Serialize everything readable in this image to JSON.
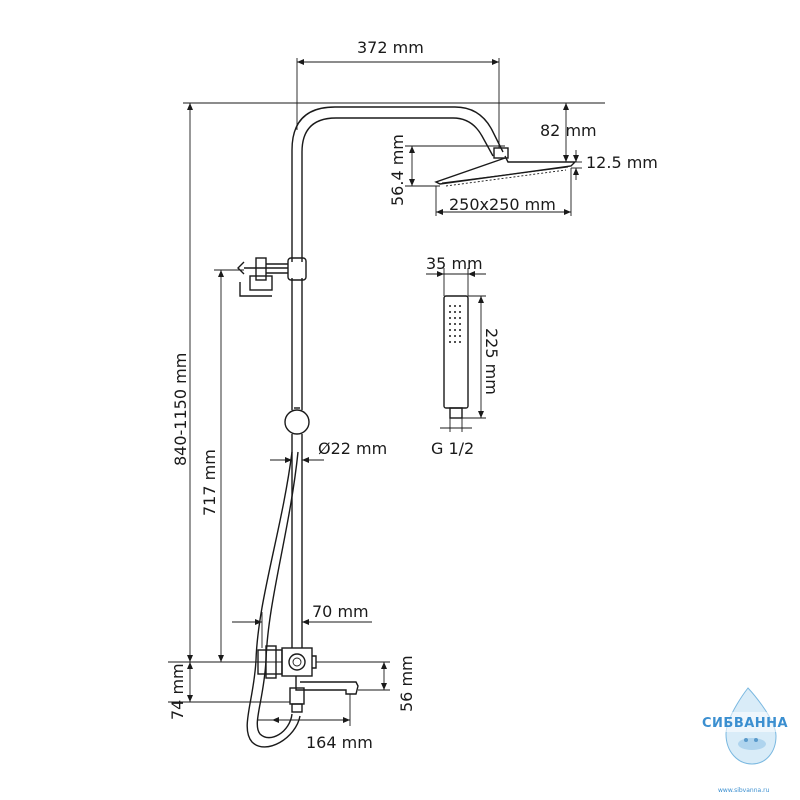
{
  "dimensions": {
    "arm_length": "372 mm",
    "head_drop": "82 mm",
    "head_height": "56.4 mm",
    "head_thickness": "12.5 mm",
    "head_size": "250x250 mm",
    "handshower_width": "35 mm",
    "handshower_length": "225 mm",
    "handshower_thread": "G 1/2",
    "total_height": "840-1150 mm",
    "rail_height": "717 mm",
    "pipe_diameter": "Ø22 mm",
    "mixer_offset": "70 mm",
    "spout_height": "56 mm",
    "base_height": "74 mm",
    "spout_length": "164 mm"
  },
  "logo": {
    "brand": "СИБВАННА",
    "url": "www.sibvanna.ru"
  }
}
